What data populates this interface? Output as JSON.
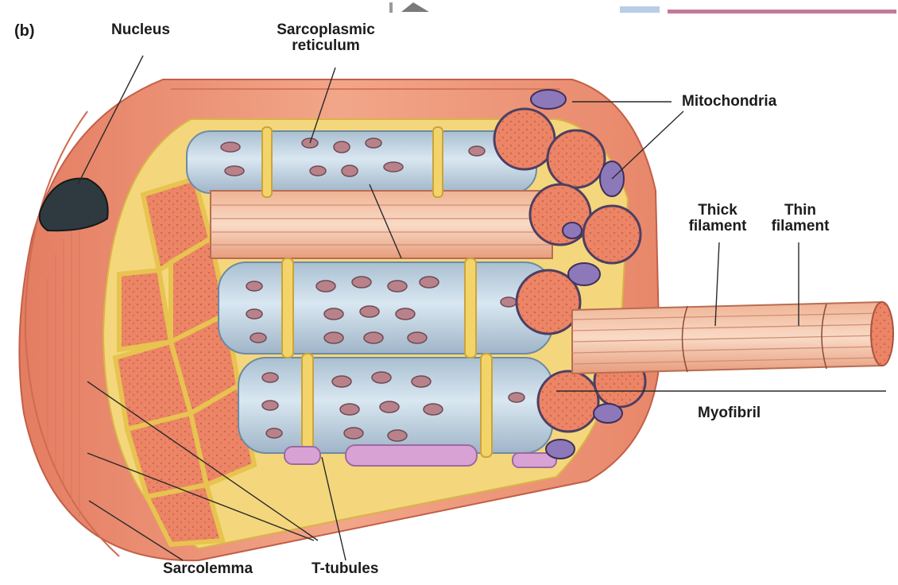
{
  "panel_letter": "(b)",
  "labels": {
    "nucleus": "Nucleus",
    "sarcoplasmic_reticulum_line1": "Sarcoplasmic",
    "sarcoplasmic_reticulum_line2": "reticulum",
    "mitochondria": "Mitochondria",
    "thick_filament_line1": "Thick",
    "thick_filament_line2": "filament",
    "thin_filament_line1": "Thin",
    "thin_filament_line2": "filament",
    "myofibril": "Myofibril",
    "sarcolemma": "Sarcolemma",
    "t_tubules": "T-tubules"
  },
  "colors": {
    "muscle_fiber": "#e98a6e",
    "muscle_fiber_light": "#f3b89a",
    "myofibril_core": "#ef7f63",
    "sarcoplasmic_reticulum": "#c8dbe8",
    "t_tubule": "#f1d86a",
    "mitochondria": "#8d79b9",
    "nucleus": "#2e3a3f",
    "label_lines": "#2a2a2a"
  }
}
